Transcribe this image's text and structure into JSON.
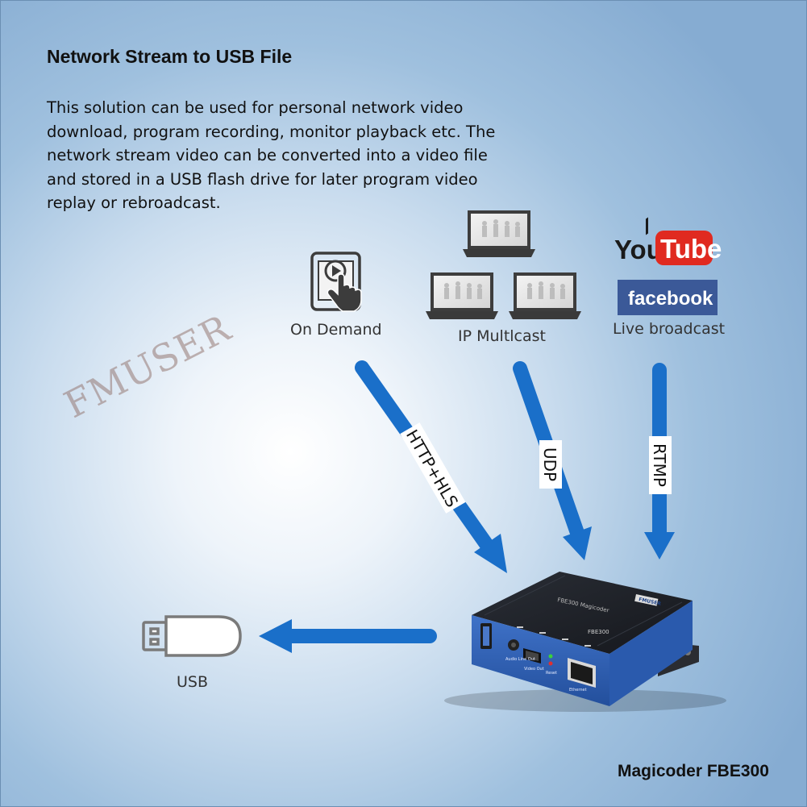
{
  "title": "Network Stream to USB File",
  "description": "This solution can be used for personal network video download, program recording, monitor playback etc. The network stream video can be converted into a video file and stored in a USB flash drive for later program video replay or rebroadcast.",
  "watermark": "FMUSER",
  "sources": {
    "on_demand": "On Demand",
    "ip_multicast": "IP Multlcast",
    "live_broadcast": "Live broadcast"
  },
  "logos": {
    "youtube_you": "You",
    "youtube_tube": "Tube",
    "facebook": "facebook"
  },
  "protocols": {
    "http_hls": "HTTP+HLS",
    "udp": "UDP",
    "rtmp": "RTMP"
  },
  "device": {
    "top_label": "FBE300 Magicoder",
    "brand": "FMUSER",
    "model_plate": "FBE300",
    "port_audio": "Audio Line Out",
    "port_video": "Video Out",
    "port_reset": "Reset",
    "port_ethernet": "Ethernet"
  },
  "usb_label": "USB",
  "footer": "Magicoder FBE300",
  "colors": {
    "arrow": "#1a6fc9",
    "youtube_red": "#e02a20",
    "facebook_blue": "#3b5998",
    "device_blue": "#3563b8"
  },
  "icons": [
    "tablet-touch-icon",
    "laptop-icon",
    "youtube-logo",
    "facebook-logo",
    "usb-drive-icon",
    "encoder-device"
  ]
}
